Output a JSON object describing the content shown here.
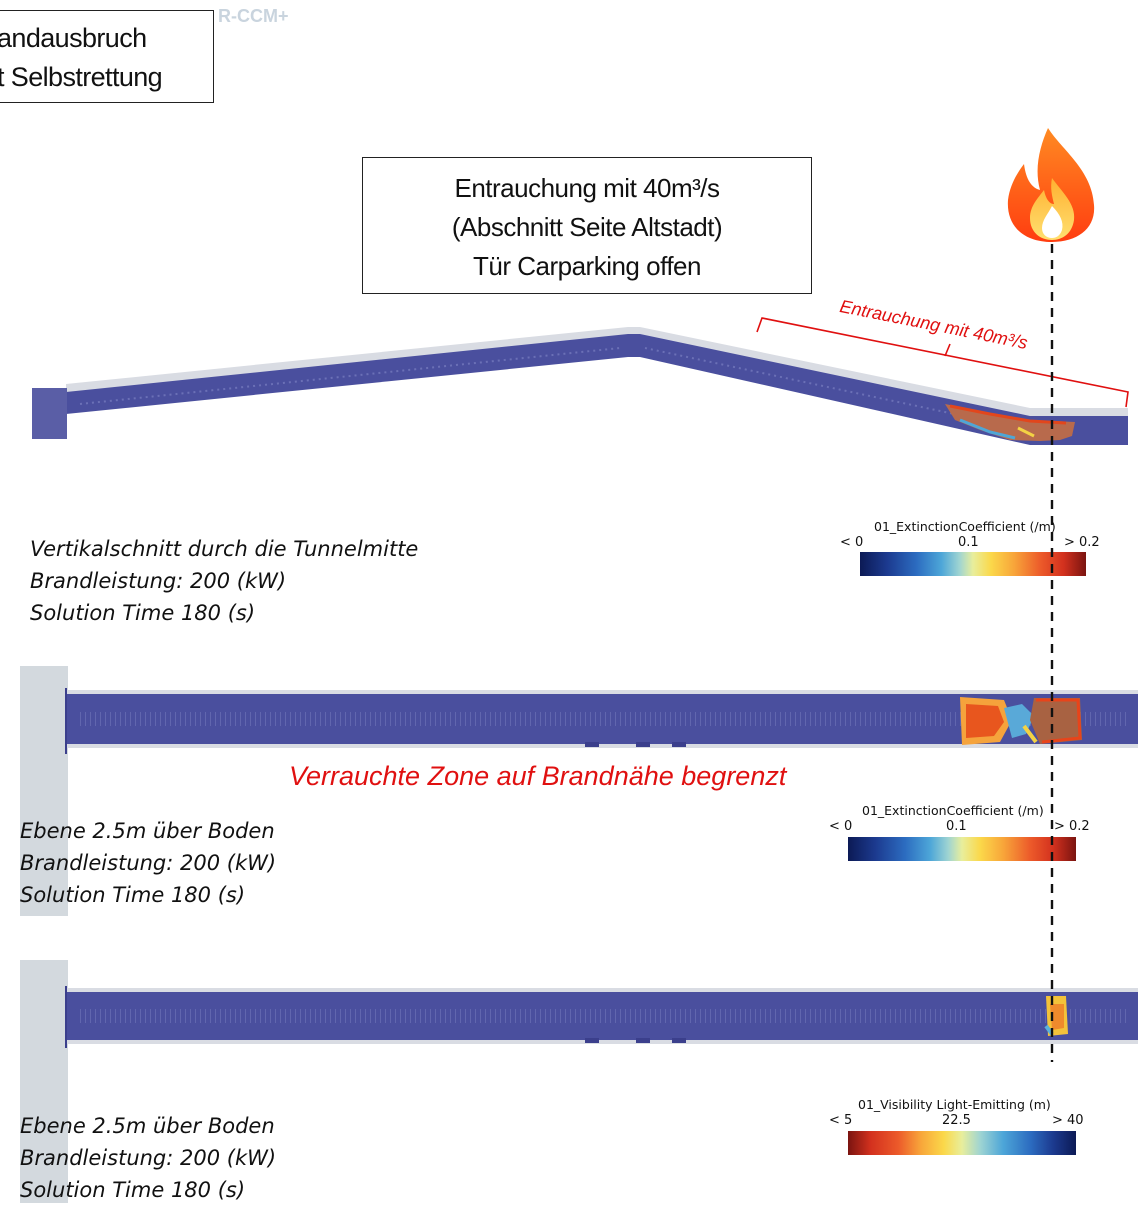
{
  "scenario_box": {
    "line1": "andausbruch",
    "line2": "t Selbstrettung"
  },
  "watermark": "R-CCM+",
  "config_box": {
    "line1": "Entrauchung mit 40m³/s",
    "line2": "(Abschnitt Seite Altstadt)",
    "line3": "Tür Carparking offen"
  },
  "fire_icon": "fire-icon",
  "extraction_label": "Entrauchung mit 40m³/s",
  "smoke_zone_label": "Verrauchte Zone auf Brandnähe begrenzt",
  "panels": [
    {
      "caption": [
        "Vertikalschnitt durch die Tunnelmitte",
        "Brandleistung: 200 (kW)",
        "Solution Time 180 (s)"
      ],
      "colorbar": {
        "title": "01_ExtinctionCoefficient (/m)",
        "min": "< 0",
        "mid": "0.1",
        "max": "> 0.2",
        "scheme": "blue-to-red"
      }
    },
    {
      "caption": [
        "Ebene 2.5m über Boden",
        "Brandleistung: 200 (kW)",
        "Solution Time 180 (s)"
      ],
      "colorbar": {
        "title": "01_ExtinctionCoefficient (/m)",
        "min": "< 0",
        "mid": "0.1",
        "max": "> 0.2",
        "scheme": "blue-to-red"
      }
    },
    {
      "caption": [
        "Ebene 2.5m über Boden",
        "Brandleistung: 200 (kW)",
        "Solution Time 180 (s)"
      ],
      "colorbar": {
        "title": "01_Visibility Light-Emitting (m)",
        "min": "< 5",
        "mid": "22.5",
        "max": "> 40",
        "scheme": "red-to-blue"
      }
    }
  ],
  "colors": {
    "tunnel": "#4a4f9e",
    "tunnel_dark": "#3b3f8c",
    "smoke_hot": "#e0401a",
    "annotation_red": "#e01010",
    "wall_gray": "#d3d9de"
  }
}
